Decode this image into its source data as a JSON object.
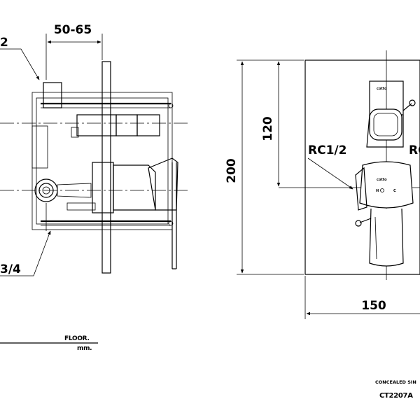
{
  "side_view": {
    "dim_top_left": "2",
    "dim_depth": "50-65",
    "dim_bottom_left": "3/4",
    "floor_label": "FLOOR.",
    "unit_label": "mm."
  },
  "front_view": {
    "dim_height_total": "200",
    "dim_height_upper": "120",
    "dim_width": "150",
    "label_left": "RC1/2",
    "label_right": "RC",
    "brand_top": "cotto",
    "brand_bottom": "cotto",
    "marks": [
      "H",
      "C"
    ]
  },
  "title_block": {
    "description": "CONCEALED SIN",
    "model": "CT2207A"
  }
}
